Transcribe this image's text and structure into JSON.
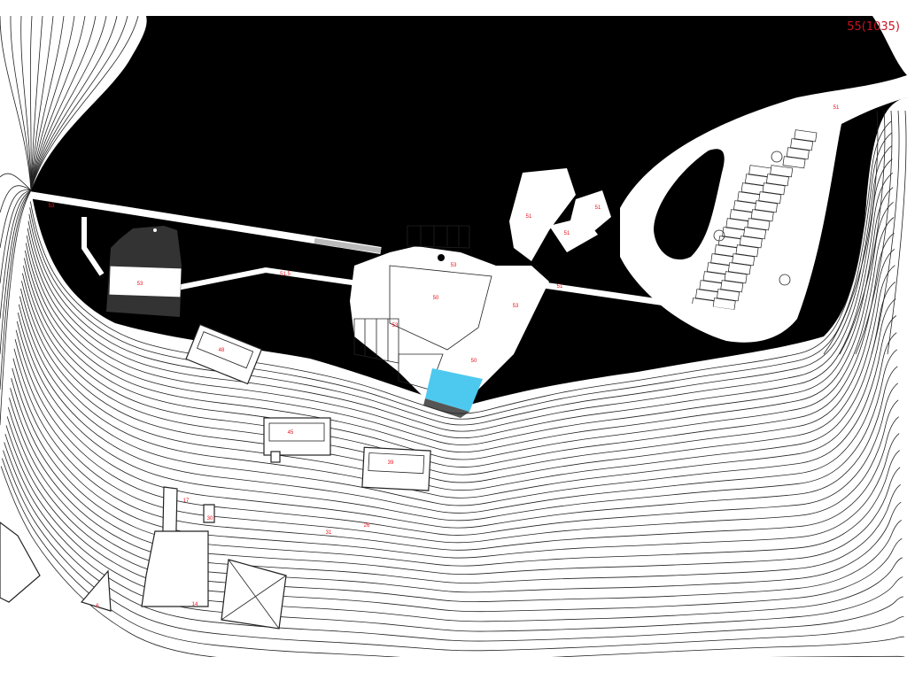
{
  "sheet": {
    "number_label": "55(1035)"
  },
  "colors": {
    "water": "#000000",
    "land": "#ffffff",
    "contour": "#222222",
    "label": "#e8141e",
    "highlight": "#4dc9ef",
    "dark_building": "#333333"
  },
  "labels": [
    "53",
    "53",
    "51.5",
    "53",
    "50",
    "53",
    "53",
    "50",
    "51",
    "51",
    "51",
    "51",
    "51",
    "48",
    "45",
    "39",
    "17",
    "30",
    "31",
    "26",
    "14",
    "6"
  ]
}
